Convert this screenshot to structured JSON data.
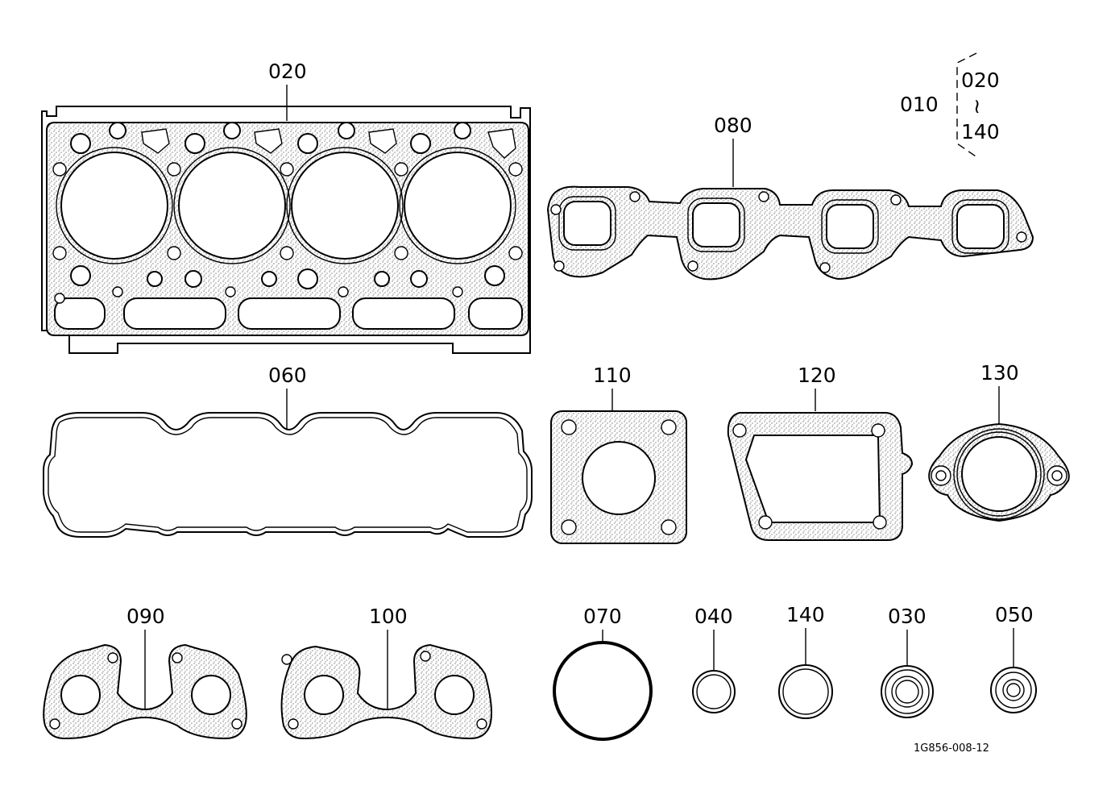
{
  "diagram": {
    "set_label": "010",
    "range_start": "020",
    "range_tilde": "≀",
    "range_end": "140",
    "drawing_code": "1G856-008-12",
    "parts": {
      "head_gasket": "020",
      "exhaust_manifold_gasket": "080",
      "cover_gasket": "060",
      "square_flange_gasket": "110",
      "housing_gasket": "120",
      "oval_flange_gasket": "130",
      "manifold_gasket_a": "090",
      "manifold_gasket_b": "100",
      "o_ring_large": "070",
      "ring_040": "040",
      "ring_140": "140",
      "seal_030": "030",
      "seal_050": "050"
    },
    "colors": {
      "line": "#000000",
      "background": "#ffffff"
    }
  }
}
